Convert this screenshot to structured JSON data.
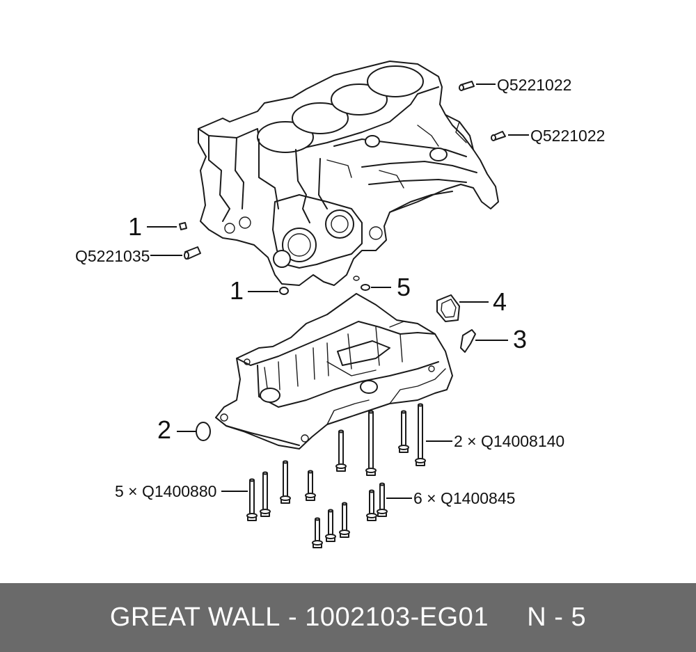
{
  "callouts": {
    "ref_1_upper": "1",
    "ref_1_lower": "1",
    "ref_2": "2",
    "ref_3": "3",
    "ref_4": "4",
    "ref_5": "5",
    "pin_top_1": "Q5221022",
    "pin_top_2": "Q5221022",
    "pin_left": "Q5221035",
    "bolts_long": "2 × Q14008140",
    "bolts_left": "5 × Q1400880",
    "bolts_right": "6 × Q1400845"
  },
  "footer": {
    "brand": "GREAT WALL",
    "separator": " - ",
    "part_number": "1002103-EG01",
    "page": "N - 5"
  }
}
